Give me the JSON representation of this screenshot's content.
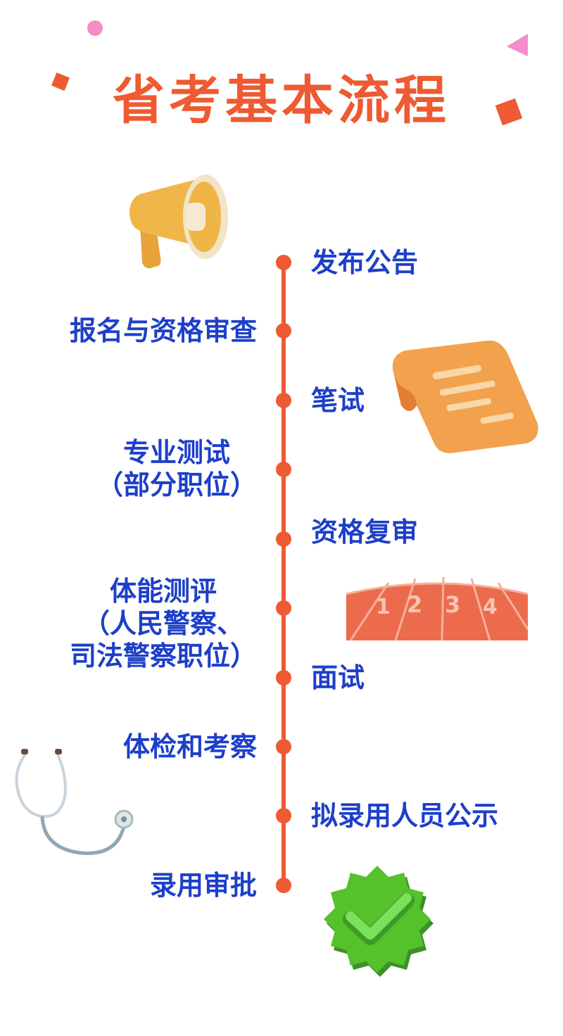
{
  "title": "省考基本流程",
  "colors": {
    "accent": "#ee5a32",
    "step_text": "#1d3fc9",
    "deco_pink": "#f48cc8"
  },
  "steps": [
    {
      "lines": [
        "发布公告"
      ]
    },
    {
      "lines": [
        "报名与资格审查"
      ]
    },
    {
      "lines": [
        "笔试"
      ]
    },
    {
      "lines": [
        "专业测试",
        "（部分职位）"
      ]
    },
    {
      "lines": [
        "资格复审"
      ]
    },
    {
      "lines": [
        "体能测评",
        "（人民警察、",
        "司法警察职位）"
      ]
    },
    {
      "lines": [
        "面试"
      ]
    },
    {
      "lines": [
        "体检和考察"
      ]
    },
    {
      "lines": [
        "拟录用人员公示"
      ]
    },
    {
      "lines": [
        "录用审批"
      ]
    }
  ],
  "track_numbers": [
    "1",
    "2",
    "3",
    "4"
  ],
  "icons": [
    "megaphone-icon",
    "paper-scroll-icon",
    "running-track-icon",
    "stethoscope-icon",
    "checkmark-badge-icon"
  ]
}
